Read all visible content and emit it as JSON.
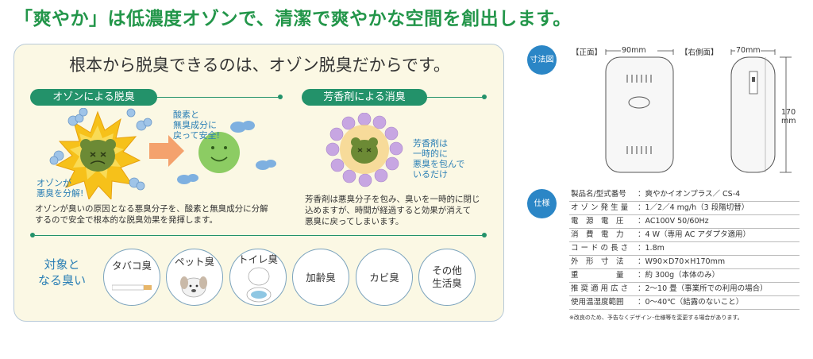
{
  "headline": "「爽やか」は低濃度オゾンで、清潔で爽やかな空間を創出します。",
  "panel": {
    "title": "根本から脱臭できるのは、オゾン脱臭だからです。",
    "ozone": {
      "label": "オゾンによる脱臭",
      "caption_left": [
        "オゾンが",
        "悪臭を分解!"
      ],
      "caption_right": [
        "酸素と",
        "無臭成分に",
        "戻って安全!"
      ],
      "description": [
        "オゾンが臭いの原因となる悪臭分子を、酸素と無臭成分に分解",
        "するので安全で根本的な脱臭効果を発揮します。"
      ]
    },
    "fragrance": {
      "label": "芳香剤による消臭",
      "caption": [
        "芳香剤は",
        "一時的に",
        "悪臭を包んで",
        "いるだけ"
      ],
      "description": [
        "芳香剤は悪臭分子を包み、臭いを一時的に閉じ",
        "込めますが、時間が経過すると効果が消えて",
        "悪臭に戻ってしまいます。"
      ]
    },
    "odors": {
      "lead": [
        "対象と",
        "なる臭い"
      ],
      "items": [
        {
          "label": "タバコ臭"
        },
        {
          "label": "ペット臭"
        },
        {
          "label": "トイレ臭"
        },
        {
          "label": "加齢臭"
        },
        {
          "label": "カビ臭"
        },
        {
          "label": "その他\n生活臭"
        }
      ]
    }
  },
  "dimensions": {
    "badge": "寸法図",
    "front_label": "【正面】",
    "front_width": "90mm",
    "side_label": "【右側面】",
    "side_width": "70mm",
    "height": "170\nmm"
  },
  "specs": {
    "badge": "仕様",
    "rows": [
      {
        "key": "製品名/型式番号",
        "value": "：爽やかイオンプラス／ CS-4"
      },
      {
        "key": "オ ゾ ン 発 生 量",
        "value": "：1／2／4 mg/h（3 段階切替）"
      },
      {
        "key": "電　源　電　圧",
        "value": "：AC100V  50/60Hz"
      },
      {
        "key": "消　費　電　力",
        "value": "：4 W（専用 AC アダプタ適用）"
      },
      {
        "key": "コ ー ド の 長 さ",
        "value": "：1.8m"
      },
      {
        "key": "外　形　寸　法",
        "value": "：W90×D70×H170mm"
      },
      {
        "key": "重　　　　　量",
        "value": "：約 300g（本体のみ）"
      },
      {
        "key": "推 奨 適 用 広 さ",
        "value": "：2〜10 畳（事業所での利用の場合）"
      },
      {
        "key": "使用温湿度範囲",
        "value": "：0〜40℃（結露のないこと）"
      }
    ],
    "note": "※改良のため、予告なくデザイン･仕様等を変更する場合があります。"
  },
  "colors": {
    "headline": "#23964a",
    "accent_green": "#23926a",
    "accent_blue": "#2b86c6",
    "panel_bg": "#fbf8e4"
  }
}
